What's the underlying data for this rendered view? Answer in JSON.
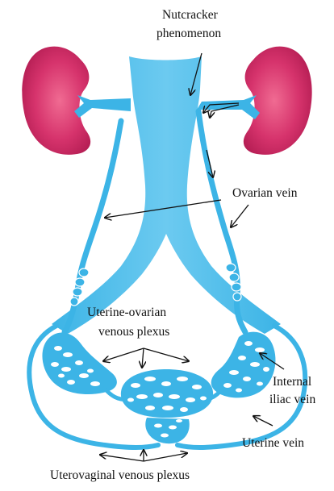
{
  "labels": {
    "nutcracker_line1": "Nutcracker",
    "nutcracker_line2": "phenomenon",
    "ovarian_vein": "Ovarian vein",
    "plexus_line1": "Uterine-ovarian",
    "plexus_line2": "venous plexus",
    "internal_line1": "Internal",
    "internal_line2": "iliac vein",
    "uterine_vein": "Uterine vein",
    "uterovaginal": "Uterovaginal venous plexus"
  },
  "colors": {
    "vein": "#3cb4e6",
    "vein_light": "#7fd0f2",
    "kidney": "#d6336c",
    "kidney_dark": "#b51e54",
    "arrow": "#111111"
  }
}
